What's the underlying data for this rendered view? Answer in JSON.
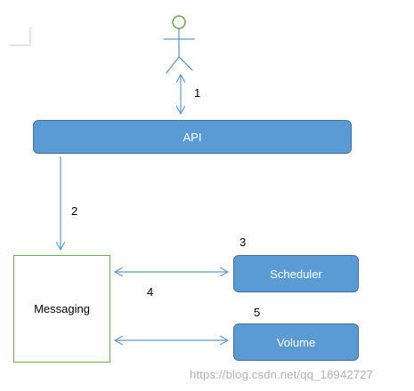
{
  "nodes": {
    "api": "API",
    "scheduler": "Scheduler",
    "volume": "Volume",
    "messaging": "Messaging"
  },
  "steps": [
    "1",
    "2",
    "3",
    "4",
    "5"
  ],
  "watermark": "https://blog.csdn.net/qq_16942727",
  "colors": {
    "box_fill": "#5b9bd5",
    "box_border": "#41719c",
    "actor_head": "#70ad47",
    "arrow": "#5b9bd5",
    "messaging_border": "#70ad47"
  },
  "icons": [
    "user-actor-icon",
    "corner-mark-icon"
  ]
}
